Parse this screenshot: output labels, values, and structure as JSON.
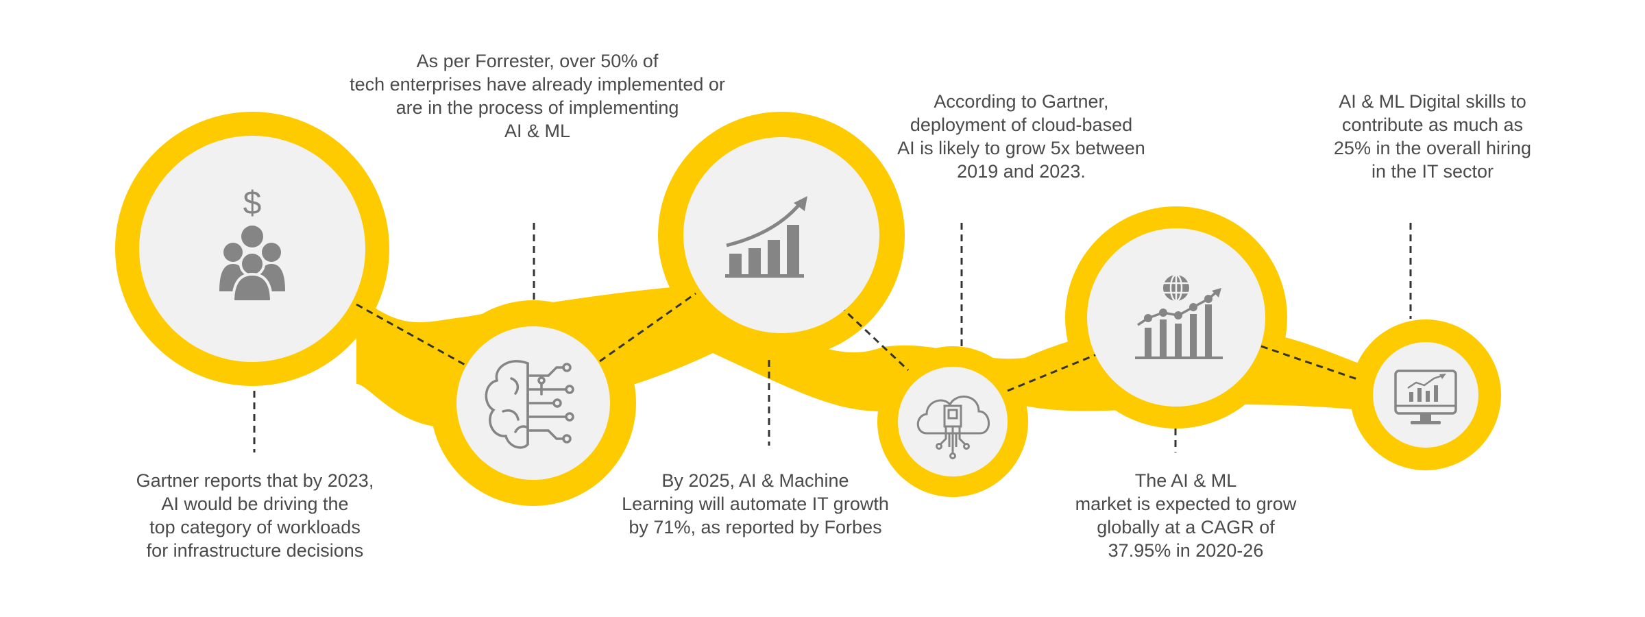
{
  "colors": {
    "band": "#FECB00",
    "disc": "#F1F1F1",
    "icon": "#858585",
    "connector": "#333333",
    "text": "#4a4a4a"
  },
  "nodes": [
    {
      "id": "n1",
      "icon": "people-dollar-icon",
      "caption": [
        "Gartner reports that by 2023,",
        "AI would be driving the",
        "top category of workloads",
        "for infrastructure decisions"
      ]
    },
    {
      "id": "n2",
      "icon": "brain-circuit-icon",
      "caption": [
        "As per Forrester, over 50% of",
        "tech enterprises have already implemented or",
        "are in the process of implementing",
        "AI & ML"
      ]
    },
    {
      "id": "n3",
      "icon": "growth-chart-icon",
      "caption": [
        "By 2025, AI & Machine",
        "Learning will automate IT growth",
        "by 71%, as reported by Forbes"
      ]
    },
    {
      "id": "n4",
      "icon": "cloud-chip-icon",
      "caption": [
        "According to Gartner,",
        "deployment of cloud-based",
        "AI is likely to grow 5x between",
        "2019 and 2023."
      ]
    },
    {
      "id": "n5",
      "icon": "globe-chart-icon",
      "caption": [
        "The AI & ML",
        "market is expected to grow",
        "globally at a CAGR of",
        "37.95% in 2020-26"
      ]
    },
    {
      "id": "n6",
      "icon": "monitor-chart-icon",
      "caption": [
        "AI & ML Digital skills to",
        "contribute as much as",
        "25% in the overall hiring",
        "in the IT sector"
      ]
    }
  ]
}
